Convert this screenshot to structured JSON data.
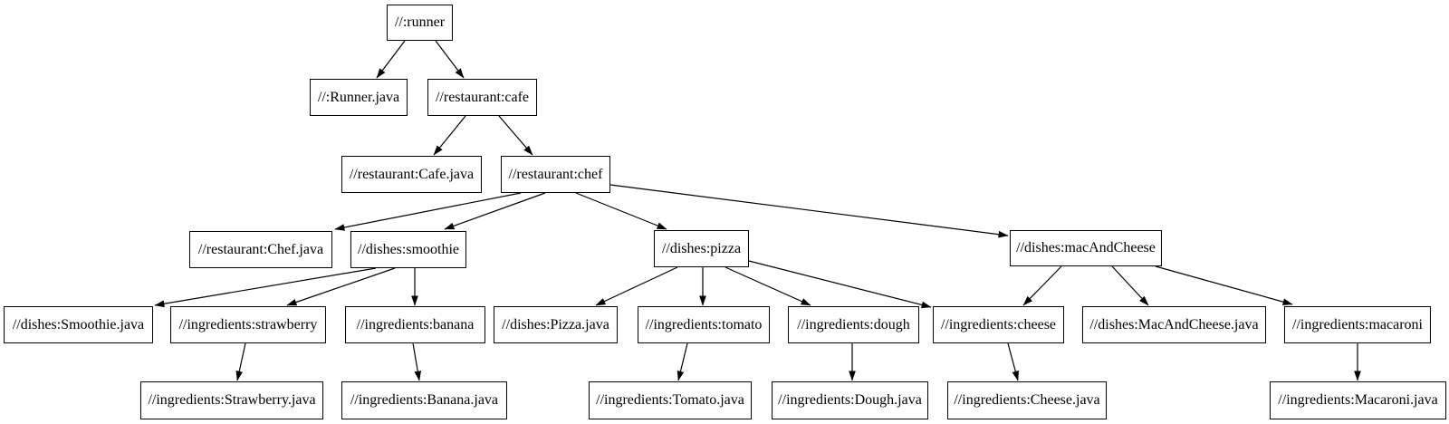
{
  "diagram": {
    "type": "dependency-graph",
    "background_color": "#ffffff",
    "node_fill_color": "#ffffff",
    "node_border_color": "#000000",
    "edge_color": "#000000",
    "nodes": [
      {
        "id": "runner",
        "label": "//:runner"
      },
      {
        "id": "runner-java",
        "label": "//:Runner.java"
      },
      {
        "id": "cafe",
        "label": "//restaurant:cafe"
      },
      {
        "id": "cafe-java",
        "label": "//restaurant:Cafe.java"
      },
      {
        "id": "chef",
        "label": "//restaurant:chef"
      },
      {
        "id": "chef-java",
        "label": "//restaurant:Chef.java"
      },
      {
        "id": "smoothie",
        "label": "//dishes:smoothie"
      },
      {
        "id": "pizza",
        "label": "//dishes:pizza"
      },
      {
        "id": "macandcheese",
        "label": "//dishes:macAndCheese"
      },
      {
        "id": "smoothie-java",
        "label": "//dishes:Smoothie.java"
      },
      {
        "id": "strawberry",
        "label": "//ingredients:strawberry"
      },
      {
        "id": "banana",
        "label": "//ingredients:banana"
      },
      {
        "id": "pizza-java",
        "label": "//dishes:Pizza.java"
      },
      {
        "id": "tomato",
        "label": "//ingredients:tomato"
      },
      {
        "id": "dough",
        "label": "//ingredients:dough"
      },
      {
        "id": "cheese",
        "label": "//ingredients:cheese"
      },
      {
        "id": "macandcheese-java",
        "label": "//dishes:MacAndCheese.java"
      },
      {
        "id": "macaroni",
        "label": "//ingredients:macaroni"
      },
      {
        "id": "strawberry-java",
        "label": "//ingredients:Strawberry.java"
      },
      {
        "id": "banana-java",
        "label": "//ingredients:Banana.java"
      },
      {
        "id": "tomato-java",
        "label": "//ingredients:Tomato.java"
      },
      {
        "id": "dough-java",
        "label": "//ingredients:Dough.java"
      },
      {
        "id": "cheese-java",
        "label": "//ingredients:Cheese.java"
      },
      {
        "id": "macaroni-java",
        "label": "//ingredients:Macaroni.java"
      }
    ],
    "edges": [
      {
        "from": "//:runner",
        "to": "//:Runner.java"
      },
      {
        "from": "//:runner",
        "to": "//restaurant:cafe"
      },
      {
        "from": "//restaurant:cafe",
        "to": "//restaurant:Cafe.java"
      },
      {
        "from": "//restaurant:cafe",
        "to": "//restaurant:chef"
      },
      {
        "from": "//restaurant:chef",
        "to": "//restaurant:Chef.java"
      },
      {
        "from": "//restaurant:chef",
        "to": "//dishes:smoothie"
      },
      {
        "from": "//restaurant:chef",
        "to": "//dishes:pizza"
      },
      {
        "from": "//restaurant:chef",
        "to": "//dishes:macAndCheese"
      },
      {
        "from": "//dishes:smoothie",
        "to": "//dishes:Smoothie.java"
      },
      {
        "from": "//dishes:smoothie",
        "to": "//ingredients:strawberry"
      },
      {
        "from": "//dishes:smoothie",
        "to": "//ingredients:banana"
      },
      {
        "from": "//ingredients:strawberry",
        "to": "//ingredients:Strawberry.java"
      },
      {
        "from": "//ingredients:banana",
        "to": "//ingredients:Banana.java"
      },
      {
        "from": "//dishes:pizza",
        "to": "//dishes:Pizza.java"
      },
      {
        "from": "//dishes:pizza",
        "to": "//ingredients:tomato"
      },
      {
        "from": "//dishes:pizza",
        "to": "//ingredients:dough"
      },
      {
        "from": "//dishes:pizza",
        "to": "//ingredients:cheese"
      },
      {
        "from": "//dishes:macAndCheese",
        "to": "//ingredients:cheese"
      },
      {
        "from": "//dishes:macAndCheese",
        "to": "//dishes:MacAndCheese.java"
      },
      {
        "from": "//dishes:macAndCheese",
        "to": "//ingredients:macaroni"
      },
      {
        "from": "//ingredients:tomato",
        "to": "//ingredients:Tomato.java"
      },
      {
        "from": "//ingredients:dough",
        "to": "//ingredients:Dough.java"
      },
      {
        "from": "//ingredients:cheese",
        "to": "//ingredients:Cheese.java"
      },
      {
        "from": "//ingredients:macaroni",
        "to": "//ingredients:Macaroni.java"
      }
    ]
  }
}
